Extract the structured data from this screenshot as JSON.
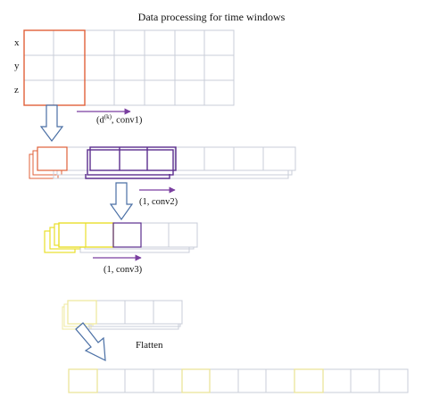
{
  "title": "Data processing for time windows",
  "axes": {
    "x": "x",
    "y": "y",
    "z": "z"
  },
  "ops": {
    "conv1_base": "d",
    "conv1_sup": "(k)",
    "conv1_rest": ", conv1)",
    "conv2": "(1, conv2)",
    "conv3": "(1, conv3)"
  },
  "flatten": "Flatten",
  "colors": {
    "conv1": "#e0603a",
    "conv2": "#5b2d8e",
    "conv3": "#e9df2a",
    "grid": "#c8cdd8",
    "arrow": "#4a6fa5",
    "operator_arrow": "#7a3fa0"
  }
}
